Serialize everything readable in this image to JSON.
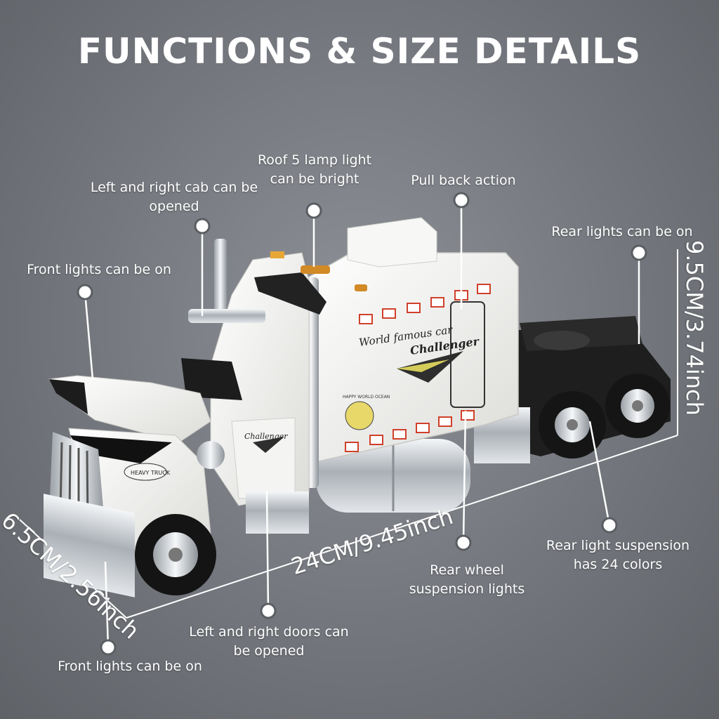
{
  "title": "FUNCTIONS & SIZE DETAILS",
  "features": {
    "roof_lamp": "Roof 5 lamp light can be bright",
    "cab_opened": "Left and right cab can be opened",
    "pull_back": "Pull back action",
    "rear_lights": "Rear lights can be on",
    "front_lights_top": "Front lights can be on",
    "rear_suspension": "Rear light suspension has 24 colors",
    "rear_wheel": "Rear wheel suspension lights",
    "doors_opened": "Left and right doors can be opened",
    "front_lights_bottom": "Front lights can be on"
  },
  "dimensions": {
    "length": "24CM/9.45inch",
    "height": "9.5CM/3.74inch",
    "width": "6.5CM/2.56inch"
  },
  "truck": {
    "sleeper_text_1": "World famous car",
    "sleeper_text_2": "Challenger",
    "sleeper_text_3": "HAPPY WORLD OCEAN",
    "door_text": "Challenger",
    "bumper_badge": "HEAVY TRUCK"
  },
  "colors": {
    "background": "#73767c",
    "truck_body": "#f2f2f0",
    "chassis": "#1e1e1e",
    "chrome": "#c9cdd1"
  }
}
